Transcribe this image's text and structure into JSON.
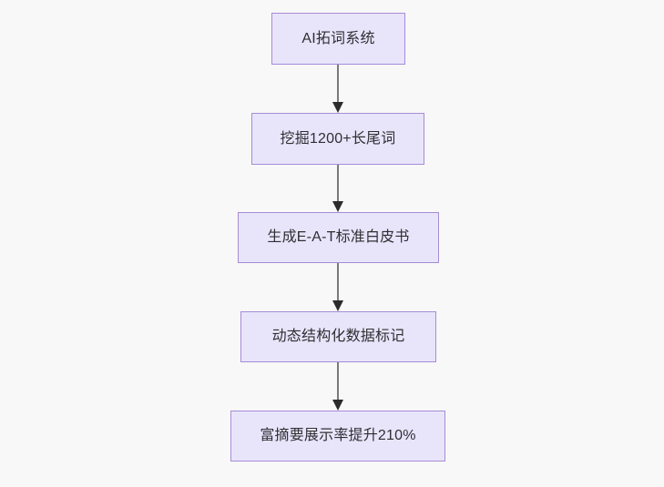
{
  "diagram": {
    "type": "flowchart",
    "orientation": "top-to-bottom",
    "background_color": "#f8f8f8",
    "node_fill_color": "#e8e5fb",
    "node_border_color": "#a78bd6",
    "node_text_color": "#2f2f33",
    "edge_color": "#7a7a7a",
    "arrowhead_color": "#2b2b2b",
    "nodes": [
      {
        "id": "n0",
        "label": "AI拓词系统"
      },
      {
        "id": "n1",
        "label": "挖掘1200+长尾词"
      },
      {
        "id": "n2",
        "label": "生成E-A-T标准白皮书"
      },
      {
        "id": "n3",
        "label": "动态结构化数据标记"
      },
      {
        "id": "n4",
        "label": "富摘要展示率提升210%"
      }
    ],
    "edges": [
      {
        "from": "n0",
        "to": "n1",
        "label": ""
      },
      {
        "from": "n1",
        "to": "n2",
        "label": ""
      },
      {
        "from": "n2",
        "to": "n3",
        "label": ""
      },
      {
        "from": "n3",
        "to": "n4",
        "label": ""
      }
    ]
  }
}
